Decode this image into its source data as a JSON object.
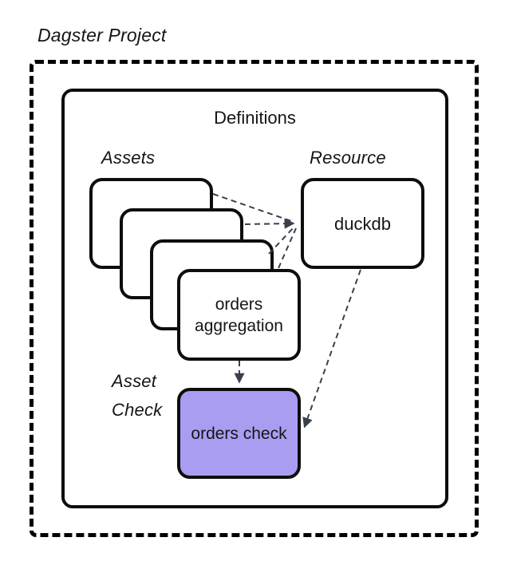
{
  "title": "Dagster Project",
  "definitions": {
    "label": "Definitions"
  },
  "groups": {
    "assets": {
      "label": "Assets"
    },
    "resource": {
      "label": "Resource"
    },
    "asset_check": {
      "label": "Asset Check",
      "lines": [
        "Asset",
        "Check"
      ]
    }
  },
  "nodes": {
    "asset_cards_blank_count": 3,
    "orders_aggregation": {
      "label": "orders aggregation"
    },
    "duckdb": {
      "label": "duckdb"
    },
    "orders_check": {
      "label": "orders check"
    }
  },
  "edges": [
    {
      "from": "asset-card-1",
      "to": "duckdb",
      "style": "dashed",
      "arrow": false
    },
    {
      "from": "asset-card-2",
      "to": "duckdb",
      "style": "dashed",
      "arrow": true
    },
    {
      "from": "asset-card-3",
      "to": "duckdb",
      "style": "dashed",
      "arrow": false
    },
    {
      "from": "orders_aggregation",
      "to": "duckdb",
      "style": "dashed",
      "arrow": false
    },
    {
      "from": "orders_aggregation",
      "to": "orders_check",
      "style": "dashed",
      "arrow": true
    },
    {
      "from": "duckdb",
      "to": "orders_check",
      "style": "dashed",
      "arrow": true
    }
  ],
  "colors": {
    "asset_check_fill": "#a99df1",
    "edge": "#39404d",
    "border": "#0d0d0d",
    "background": "#ffffff"
  }
}
